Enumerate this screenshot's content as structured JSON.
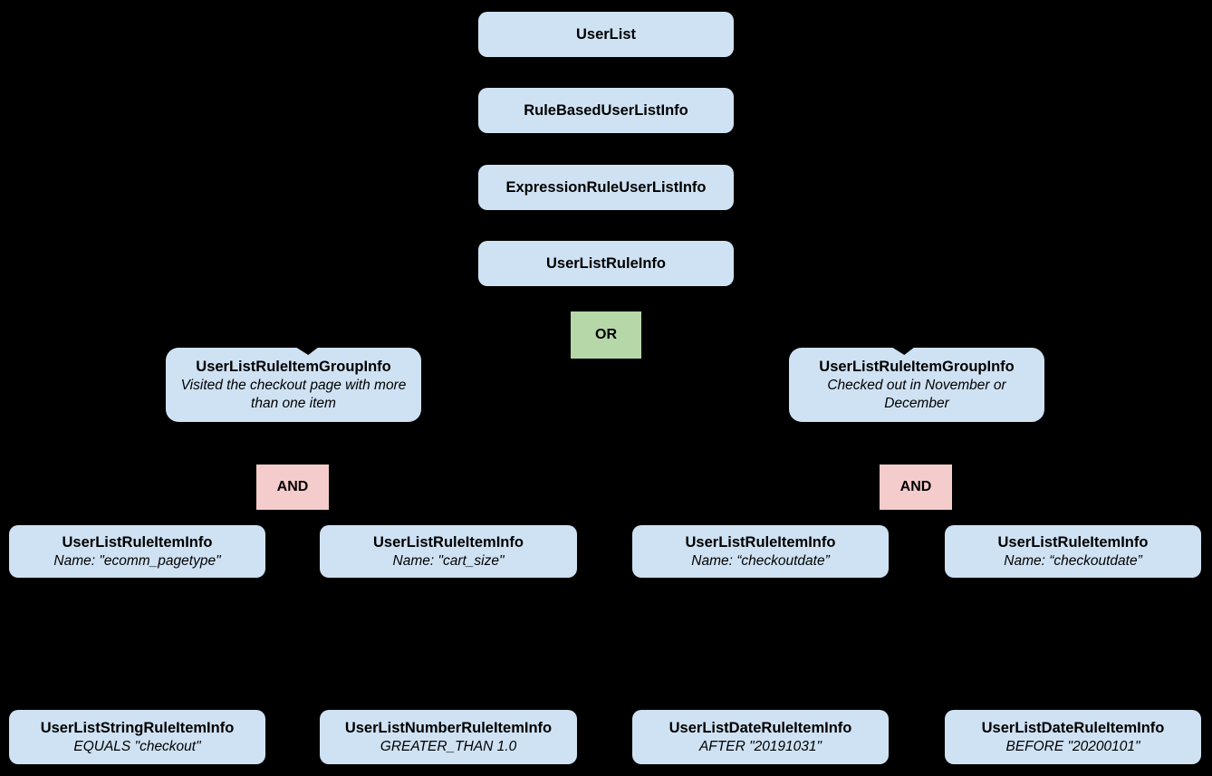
{
  "colors": {
    "background": "#000000",
    "node_fill": "#cfe2f3",
    "or_fill": "#b6d7a8",
    "and_fill": "#f4cccc",
    "text": "#000000"
  },
  "diagram": {
    "type": "tree",
    "nodes": {
      "user_list": {
        "title": "UserList"
      },
      "rule_based": {
        "title": "RuleBasedUserListInfo"
      },
      "expression_rule": {
        "title": "ExpressionRuleUserListInfo"
      },
      "user_list_rule": {
        "title": "UserListRuleInfo"
      },
      "or_operator": {
        "label": "OR"
      },
      "group_left": {
        "title": "UserListRuleItemGroupInfo",
        "subtitle": "Visited the checkout page with more than one item"
      },
      "group_right": {
        "title": "UserListRuleItemGroupInfo",
        "subtitle": "Checked out in November or December"
      },
      "and_left": {
        "label": "AND"
      },
      "and_right": {
        "label": "AND"
      },
      "item_1": {
        "title": "UserListRuleItemInfo",
        "subtitle": "Name: \"ecomm_pagetype\""
      },
      "item_2": {
        "title": "UserListRuleItemInfo",
        "subtitle": "Name: \"cart_size\""
      },
      "item_3": {
        "title": "UserListRuleItemInfo",
        "subtitle": "Name: “checkoutdate”"
      },
      "item_4": {
        "title": "UserListRuleItemInfo",
        "subtitle": "Name: “checkoutdate”"
      },
      "leaf_1": {
        "title": "UserListStringRuleItemInfo",
        "subtitle": "EQUALS \"checkout\""
      },
      "leaf_2": {
        "title": "UserListNumberRuleItemInfo",
        "subtitle": "GREATER_THAN 1.0"
      },
      "leaf_3": {
        "title": "UserListDateRuleItemInfo",
        "subtitle": "AFTER \"20191031\""
      },
      "leaf_4": {
        "title": "UserListDateRuleItemInfo",
        "subtitle": "BEFORE \"20200101\""
      }
    }
  }
}
